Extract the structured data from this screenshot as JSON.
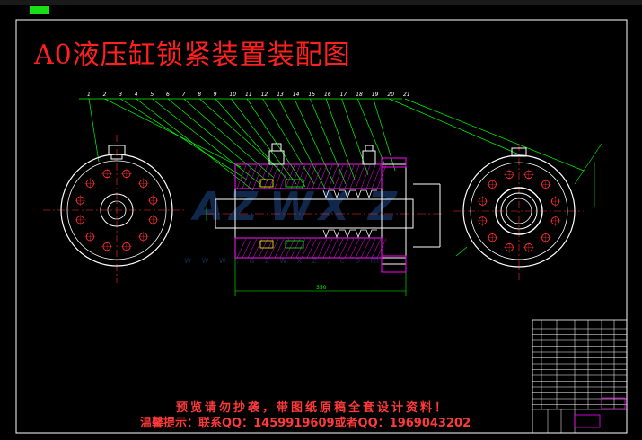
{
  "title": "A0液压缸锁紧装置装配图",
  "notice": {
    "line1": "预览请勿抄袭，带图纸原稿全套设计资料！",
    "line2": "温馨提示：联系QQ：1459919609或者QQ：1969043202"
  },
  "part_balloons": [
    "1",
    "2",
    "3",
    "4",
    "5",
    "6",
    "7",
    "8",
    "9",
    "10",
    "11",
    "12",
    "13",
    "14",
    "15",
    "16",
    "17",
    "18",
    "19",
    "20",
    "21"
  ],
  "dimensions": {
    "overall_length": "350"
  },
  "colors": {
    "frame": "#ffffff",
    "leader": "#00ff00",
    "outline": "#ffffff",
    "bolt": "#ff3030",
    "section": "#ff00ff",
    "center": "#ff3030",
    "text": "#ff2020"
  }
}
